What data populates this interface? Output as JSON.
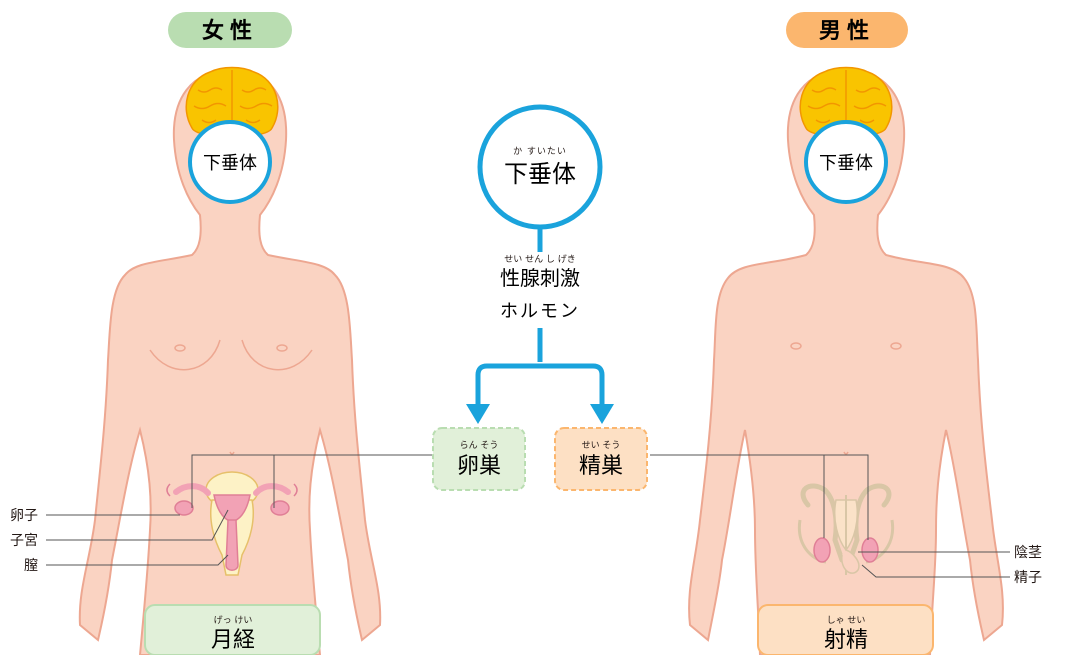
{
  "female": {
    "title": "女性",
    "pituitary": "下垂体",
    "organ": "卵巣",
    "organ_ruby": "らん そう",
    "labels": [
      "卵子",
      "子宮",
      "膣"
    ],
    "result": "月経",
    "result_ruby": "げっ けい"
  },
  "male": {
    "title": "男性",
    "pituitary": "下垂体",
    "organ": "精巣",
    "organ_ruby": "せい そう",
    "labels": [
      "陰茎",
      "精子"
    ],
    "result": "射精",
    "result_ruby": "しゃ せい"
  },
  "center": {
    "pituitary": "下垂体",
    "pituitary_ruby": "か すいたい",
    "hormone_line1": "性腺刺激",
    "hormone_ruby": "せい せん し げき",
    "hormone_line2": "ホルモン"
  },
  "colors": {
    "skin": "#fad3c2",
    "skin_outline": "#eda791",
    "brain": "#f9c400",
    "accent_blue": "#1aa3dc",
    "female_green": "#b9ddb1",
    "male_orange": "#fbb66e",
    "female_box_fill": "#e1f0d9",
    "male_box_fill": "#fde0c4",
    "uterus_pink": "#f2a2b5"
  }
}
